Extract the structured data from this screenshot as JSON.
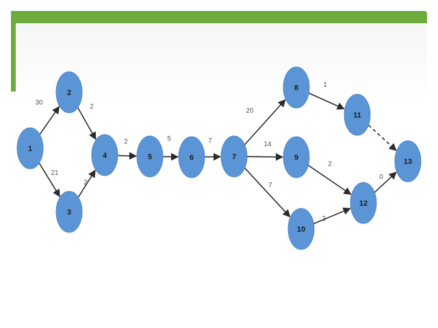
{
  "colors": {
    "accent_bar": "#6cab3c",
    "node_fill": "#5b95d6",
    "node_stroke": "#4a86c8",
    "edge": "#2b2b2b"
  },
  "nodes": [
    {
      "id": "1",
      "label": "1"
    },
    {
      "id": "2",
      "label": "2"
    },
    {
      "id": "3",
      "label": "3"
    },
    {
      "id": "4",
      "label": "4"
    },
    {
      "id": "5",
      "label": "5"
    },
    {
      "id": "6",
      "label": "6"
    },
    {
      "id": "7",
      "label": "7"
    },
    {
      "id": "8",
      "label": "8"
    },
    {
      "id": "9",
      "label": "9"
    },
    {
      "id": "10",
      "label": "10"
    },
    {
      "id": "11",
      "label": "11"
    },
    {
      "id": "12",
      "label": "12"
    },
    {
      "id": "13",
      "label": "13"
    }
  ],
  "edges": [
    {
      "from": "1",
      "to": "2",
      "label": "30",
      "dashed": false
    },
    {
      "from": "1",
      "to": "3",
      "label": "21",
      "dashed": false
    },
    {
      "from": "2",
      "to": "4",
      "label": "2",
      "dashed": false
    },
    {
      "from": "3",
      "to": "4",
      "label": "2",
      "dashed": false
    },
    {
      "from": "4",
      "to": "5",
      "label": "2",
      "dashed": false
    },
    {
      "from": "5",
      "to": "6",
      "label": "5",
      "dashed": false
    },
    {
      "from": "6",
      "to": "7",
      "label": "7",
      "dashed": false
    },
    {
      "from": "7",
      "to": "8",
      "label": "20",
      "dashed": false
    },
    {
      "from": "7",
      "to": "9",
      "label": "14",
      "dashed": false
    },
    {
      "from": "7",
      "to": "10",
      "label": "7",
      "dashed": false
    },
    {
      "from": "8",
      "to": "11",
      "label": "1",
      "dashed": false
    },
    {
      "from": "9",
      "to": "12",
      "label": "2",
      "dashed": false
    },
    {
      "from": "10",
      "to": "12",
      "label": "2",
      "dashed": false
    },
    {
      "from": "11",
      "to": "13",
      "label": "",
      "dashed": true
    },
    {
      "from": "12",
      "to": "13",
      "label": "0",
      "dashed": false
    }
  ]
}
